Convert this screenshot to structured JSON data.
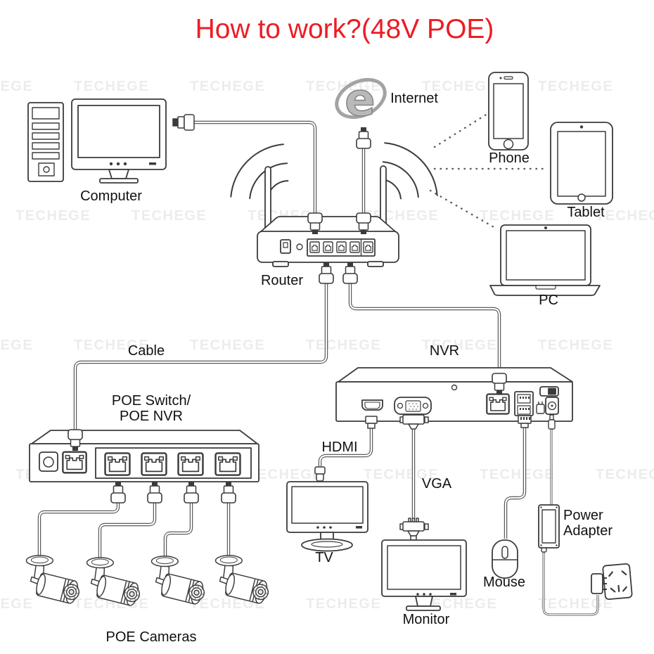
{
  "title": {
    "text": "How to work?(48V POE)",
    "color": "#ed1c24"
  },
  "watermark": {
    "text": "TECHEGE"
  },
  "colors": {
    "line": "#3b3b3b",
    "label": "#111111",
    "background": "#ffffff"
  },
  "devices": {
    "computer": {
      "label": "Computer"
    },
    "internet": {
      "label": "Internet",
      "logo_letter": "e"
    },
    "phone": {
      "label": "Phone"
    },
    "tablet": {
      "label": "Tablet"
    },
    "pc": {
      "label": "PC"
    },
    "router": {
      "label": "Router"
    },
    "cable": {
      "label": "Cable"
    },
    "nvr": {
      "label": "NVR"
    },
    "poe_switch": {
      "label_line1": "POE Switch/",
      "label_line2": "POE NVR"
    },
    "hdmi": {
      "label": "HDMI"
    },
    "vga": {
      "label": "VGA"
    },
    "tv": {
      "label": "TV"
    },
    "monitor": {
      "label": "Monitor"
    },
    "mouse": {
      "label": "Mouse"
    },
    "power_adapter": {
      "label_line1": "Power",
      "label_line2": "Adapter"
    },
    "poe_cameras": {
      "label": "POE Cameras"
    }
  }
}
